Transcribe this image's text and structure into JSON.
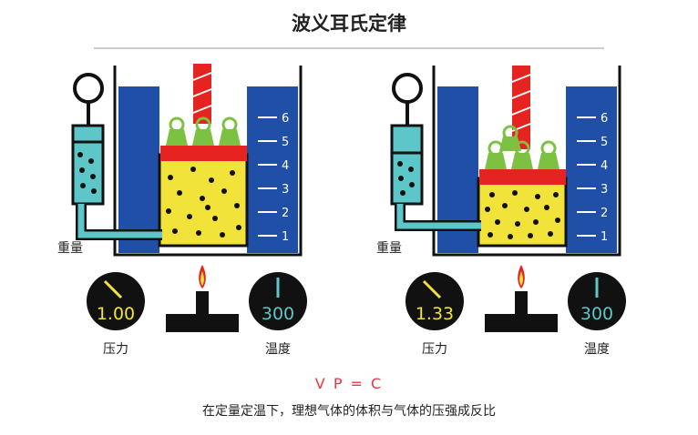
{
  "title": "波义耳氏定律",
  "formula": "V P = C",
  "caption": "在定量定温下，理想气体的体积与气体的压强成反比",
  "scale_ticks": [
    "6",
    "5",
    "4",
    "3",
    "2",
    "1"
  ],
  "panels": [
    {
      "weight_label": "重量",
      "pressure_label": "压力",
      "pressure_value": "1.00",
      "temperature_label": "温度",
      "temperature_value": "300"
    },
    {
      "weight_label": "重量",
      "pressure_label": "压力",
      "pressure_value": "1.33",
      "temperature_label": "温度",
      "temperature_value": "300"
    }
  ],
  "colors": {
    "wall": "#1f4fa6",
    "gas": "#f2e33a",
    "piston": "#e52320",
    "weights": "#7dc143",
    "gauge_pressure": "#f2e33a",
    "gauge_temp": "#5dc6c8",
    "tube": "#5dc6c8",
    "formula": "#e8383d"
  }
}
